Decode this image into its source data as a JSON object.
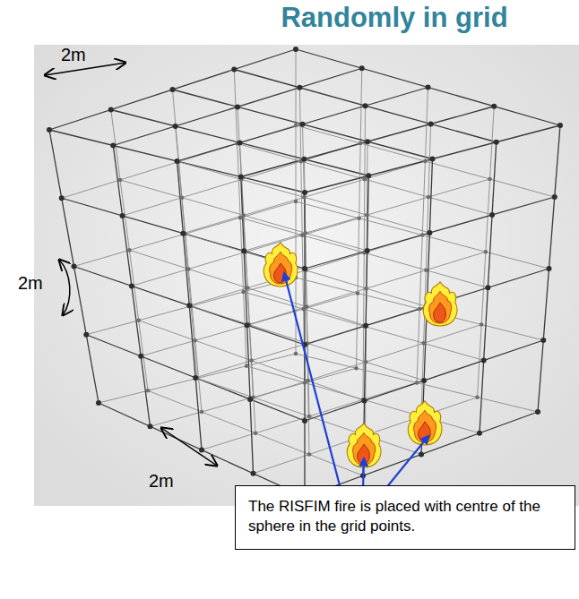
{
  "diagram": {
    "title": "Randomly in grid",
    "nodes": [
      {
        "text": [
          "The RISFIM fire is placed with centre of the sphere in the grid points."
        ]
      }
    ],
    "labels": [
      "2m",
      "2m",
      "2m"
    ]
  }
}
